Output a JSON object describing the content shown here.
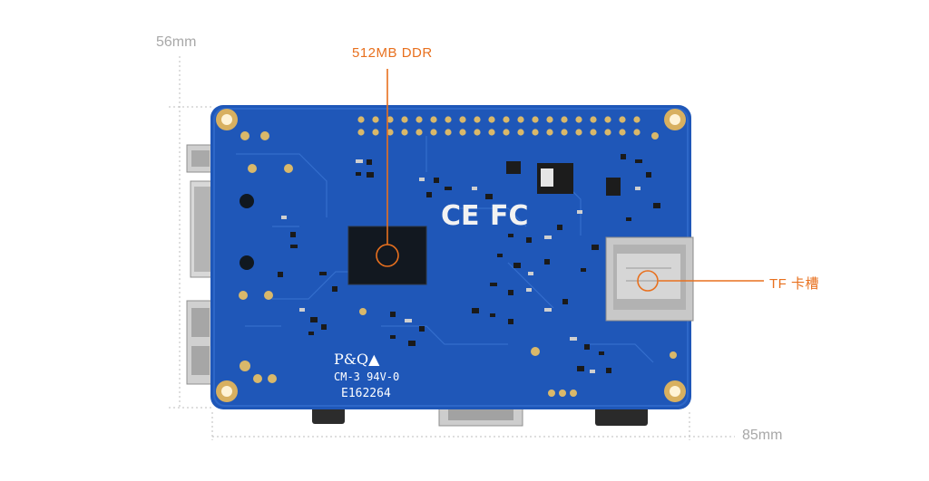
{
  "dimensions": {
    "height_label": "56mm",
    "width_label": "85mm"
  },
  "callouts": {
    "ram_label": "512MB DDR",
    "tf_label": "TF 卡槽"
  },
  "board": {
    "ce_mark": "CE",
    "fcc_mark": "FC",
    "maker_mark": "P&Q▲",
    "model_code": "CM-3 94V-0",
    "serial": "E162264"
  },
  "colors": {
    "board": "#1f57b8",
    "accent": "#e8701e",
    "dimension": "#a8a8a8"
  }
}
